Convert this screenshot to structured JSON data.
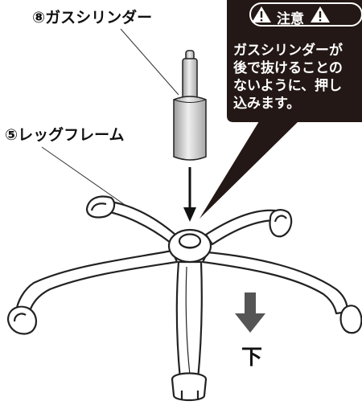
{
  "labels": {
    "gas_cylinder": "⑧ガスシリンダー",
    "leg_frame": "⑤レッグフレーム",
    "down": "下"
  },
  "caution": {
    "title": "注意",
    "icon": "warning-triangle-icon",
    "text": "ガスシリンダーが\n後で抜けることの\nないように、押し\n込みます。"
  },
  "colors": {
    "callout_bg": "#231815",
    "callout_text": "#ffffff",
    "arrow": "#555555",
    "frame_fill": "#ffffff",
    "cylinder_shade": "#cfcfcf"
  }
}
